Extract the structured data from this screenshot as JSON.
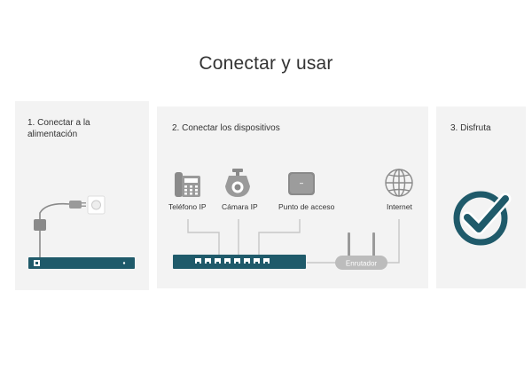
{
  "page": {
    "title": "Conectar y usar"
  },
  "steps": [
    {
      "label": "1. Conectar a la alimentación"
    },
    {
      "label": "2. Conectar los dispositivos"
    },
    {
      "label": "3. Disfruta"
    }
  ],
  "devices": {
    "phone": "Teléfono IP",
    "camera": "Cámara IP",
    "access_point": "Punto de acceso",
    "internet": "Internet",
    "router": "Enrutador"
  },
  "colors": {
    "switch": "#1f5a6a",
    "check": "#1f5a6a",
    "icon": "#8a8a8a",
    "cable": "#c7c7c7",
    "panel": "#f3f3f3"
  },
  "icons": {
    "phone": "phone-icon",
    "camera": "camera-icon",
    "access_point": "access-point-icon",
    "internet": "globe-icon",
    "plug": "power-plug-icon",
    "check": "checkmark-icon"
  }
}
